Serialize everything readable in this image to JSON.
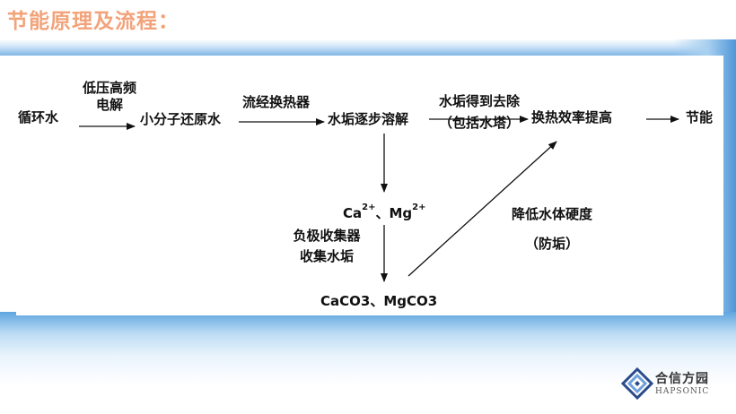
{
  "title": "节能原理及流程：",
  "nodes": {
    "start": "循环水",
    "mid1": "小分子还原水",
    "mid2": "水垢逐步溶解",
    "mid3": "换热效率提高",
    "end": "节能",
    "ions": {
      "ca": "Ca",
      "ca_charge": "2+",
      "sep": "、",
      "mg": "Mg",
      "mg_charge": "2+"
    },
    "precipitate": "CaCO3、MgCO3"
  },
  "edge_labels": {
    "e1_line1": "低压高频",
    "e1_line2": "电解",
    "e2": "流经换热器",
    "e3_line1": "水垢得到去除",
    "e3_line2": "（包括水塔）",
    "e4_line1": "负极收集器",
    "e4_line2": "收集水垢",
    "e5_line1": "降低水体硬度",
    "e5_line2": "（防垢）"
  },
  "logo": {
    "cn": "合信方园",
    "en": "HAPSONIC"
  },
  "colors": {
    "title": "#f2a37a",
    "text": "#111111",
    "band": "#5fa6e0"
  }
}
